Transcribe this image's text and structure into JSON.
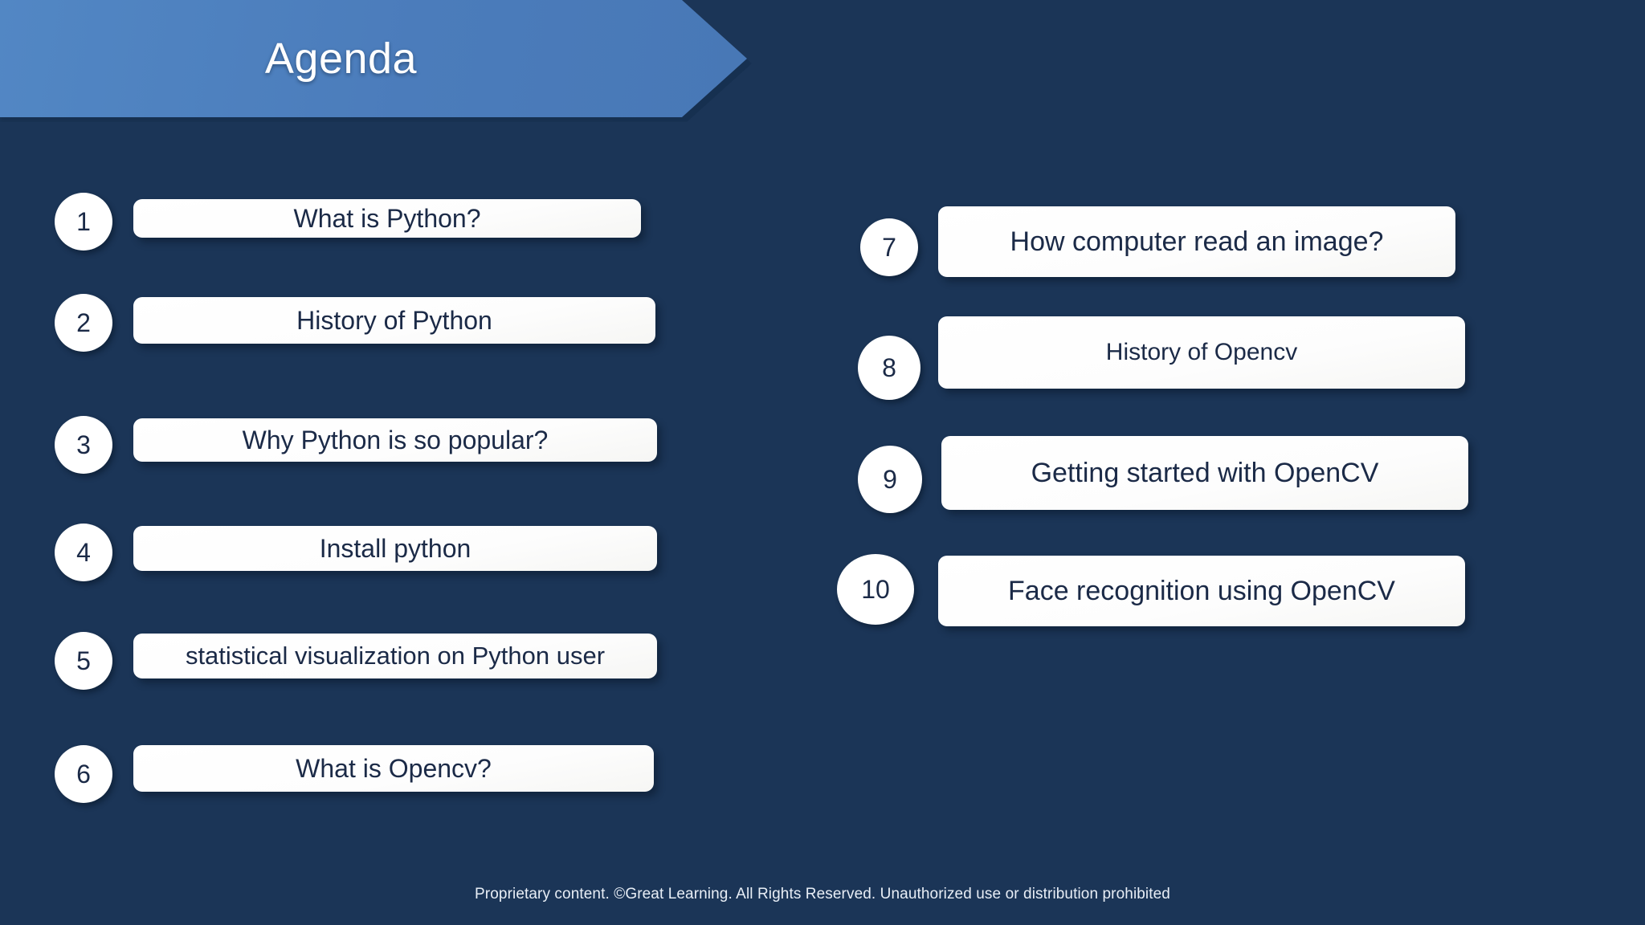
{
  "header": {
    "title": "Agenda",
    "banner_color": "#4b7cbb",
    "title_color": "#ffffff"
  },
  "theme": {
    "background_color": "#1b3557",
    "pill_background": "#ffffff",
    "pill_text_color": "#1b2a47",
    "number_circle_color": "#ffffff"
  },
  "agenda": {
    "left_column": [
      {
        "number": "1",
        "label": "What is Python?"
      },
      {
        "number": "2",
        "label": "History of Python"
      },
      {
        "number": "3",
        "label": "Why Python is so popular?"
      },
      {
        "number": "4",
        "label": "Install python"
      },
      {
        "number": "5",
        "label": "statistical visualization on Python user"
      },
      {
        "number": "6",
        "label": "What is Opencv?"
      }
    ],
    "right_column": [
      {
        "number": "7",
        "label": "How computer read an image?"
      },
      {
        "number": "8",
        "label": "History of Opencv"
      },
      {
        "number": "9",
        "label": "Getting started with OpenCV"
      },
      {
        "number": "10",
        "label": "Face recognition using OpenCV"
      }
    ]
  },
  "footer": {
    "text": "Proprietary content. ©Great Learning. All Rights Reserved. Unauthorized use or distribution prohibited"
  }
}
